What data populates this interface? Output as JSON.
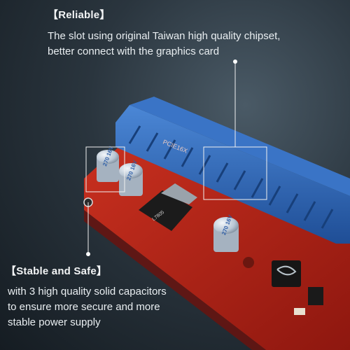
{
  "callouts": {
    "reliable": {
      "heading": "【Reliable】",
      "lines": [
        "The slot using original Taiwan high quality chipset,",
        "better connect with the graphics card"
      ]
    },
    "stable": {
      "heading": "【Stable and Safe】",
      "lines": [
        "with 3 high quality solid capacitors",
        "to ensure more secure and more",
        "stable power supply"
      ]
    }
  },
  "board": {
    "slot_text": "PCIE16X",
    "capacitor_marking": "270 16V",
    "regulator_marking": "L7805"
  },
  "colors": {
    "pcb": "#b52016",
    "slot": "#2b63b6",
    "background": "#1f2830",
    "text": "#f2f4f5"
  }
}
